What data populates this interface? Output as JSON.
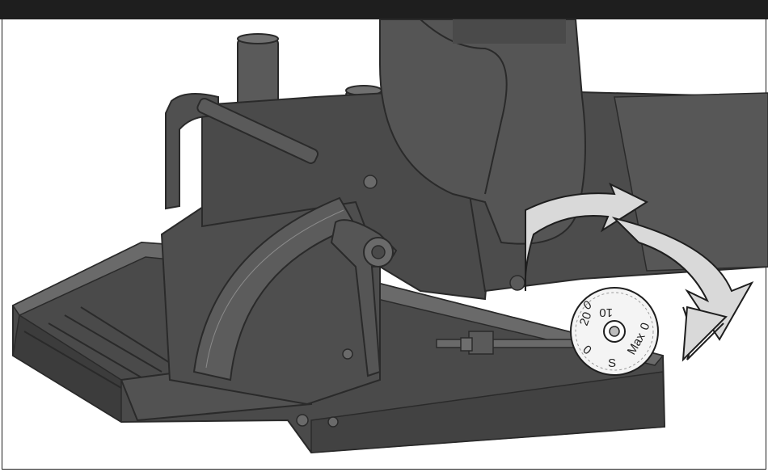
{
  "colors": {
    "header_bar": "#1e1e1e",
    "tool_body": "#505050",
    "tool_dark": "#3c3c3c",
    "tool_light": "#6a6a6a",
    "arrow_fill": "#d6d6d6",
    "dial_fill": "#f4f4f4"
  },
  "dial": {
    "labels": [
      "0",
      "20",
      "10",
      "0",
      "Max",
      "S",
      "0"
    ]
  },
  "figure": {
    "subject": "biscuit-joiner-depth-dial",
    "rotation_arrow_icon": "rotate-arrow-icon"
  }
}
